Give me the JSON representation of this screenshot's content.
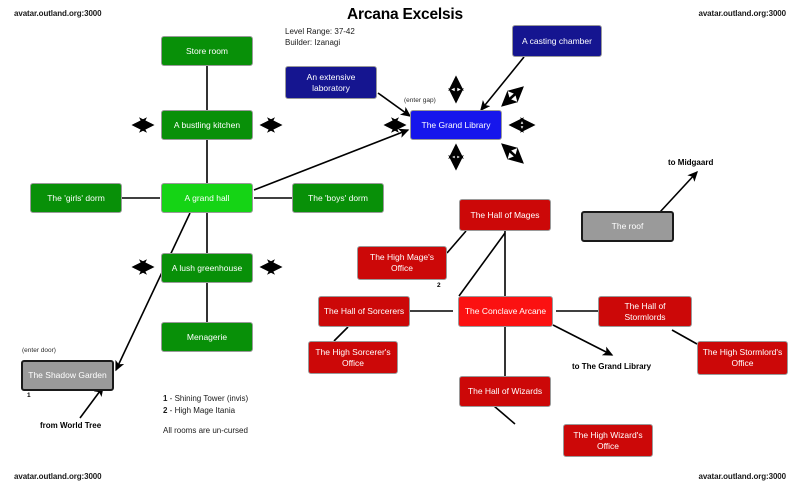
{
  "title": {
    "name": "Arcana Excelsis",
    "level_range": "Level Range: 37-42",
    "builder": "Builder: Izanagi"
  },
  "watermarks": {
    "top_left": "avatar.outland.org:3000",
    "top_right": "avatar.outland.org:3000",
    "bottom_left": "avatar.outland.org:3000",
    "bottom_right": "avatar.outland.org:3000"
  },
  "rooms": [
    {
      "id": "store-room",
      "label": "Store room",
      "color": "green"
    },
    {
      "id": "bustling-kitchen",
      "label": "A bustling kitchen",
      "color": "green"
    },
    {
      "id": "girls-dorm",
      "label": "The 'girls' dorm",
      "color": "green"
    },
    {
      "id": "grand-hall",
      "label": "A grand hall",
      "color": "green-hi"
    },
    {
      "id": "boys-dorm",
      "label": "The 'boys' dorm",
      "color": "green"
    },
    {
      "id": "lush-greenhouse",
      "label": "A lush greenhouse",
      "color": "green"
    },
    {
      "id": "menagerie",
      "label": "Menagerie",
      "color": "green"
    },
    {
      "id": "extensive-laboratory",
      "label": "An extensive laboratory",
      "color": "blue"
    },
    {
      "id": "casting-chamber",
      "label": "A casting chamber",
      "color": "blue"
    },
    {
      "id": "grand-library",
      "label": "The Grand Library",
      "color": "blue-hi"
    },
    {
      "id": "hall-of-mages",
      "label": "The Hall of Mages",
      "color": "red"
    },
    {
      "id": "high-mages-office",
      "label": "The High Mage's Office",
      "color": "red"
    },
    {
      "id": "hall-of-sorcerers",
      "label": "The Hall of Sorcerers",
      "color": "red"
    },
    {
      "id": "high-sorcerers-office",
      "label": "The High Sorcerer's Office",
      "color": "red"
    },
    {
      "id": "conclave-arcane",
      "label": "The Conclave Arcane",
      "color": "red-hi"
    },
    {
      "id": "hall-of-stormlords",
      "label": "The Hall of Stormlords",
      "color": "red"
    },
    {
      "id": "high-stormlords-office",
      "label": "The High Stormlord's Office",
      "color": "red"
    },
    {
      "id": "hall-of-wizards",
      "label": "The Hall of Wizards",
      "color": "red"
    },
    {
      "id": "high-wizards-office",
      "label": "The High Wizard's Office",
      "color": "red"
    },
    {
      "id": "the-roof",
      "label": "The roof",
      "color": "grey"
    },
    {
      "id": "shadow-garden",
      "label": "The Shadow Garden",
      "color": "grey"
    }
  ],
  "annotations": {
    "enter_gap": "(enter gap)",
    "enter_door": "(enter door)",
    "to_midgaard": "to Midgaard",
    "to_grand_library": "to The Grand Library",
    "from_world_tree": "from World Tree",
    "marker_one": "1",
    "marker_two": "2"
  },
  "legend": {
    "entry_one_key": "1",
    "entry_one_text": " - Shining Tower (invis)",
    "entry_two_key": "2",
    "entry_two_text": " - High Mage Itania",
    "footer": "All rooms are un-cursed"
  },
  "colors": {
    "green": "#089008",
    "green_highlight": "#15d415",
    "blue": "#151590",
    "blue_highlight": "#1616ec",
    "red": "#cc0808",
    "red_highlight": "#fb1111",
    "grey": "#9a9a9a",
    "edge": "#000000"
  }
}
